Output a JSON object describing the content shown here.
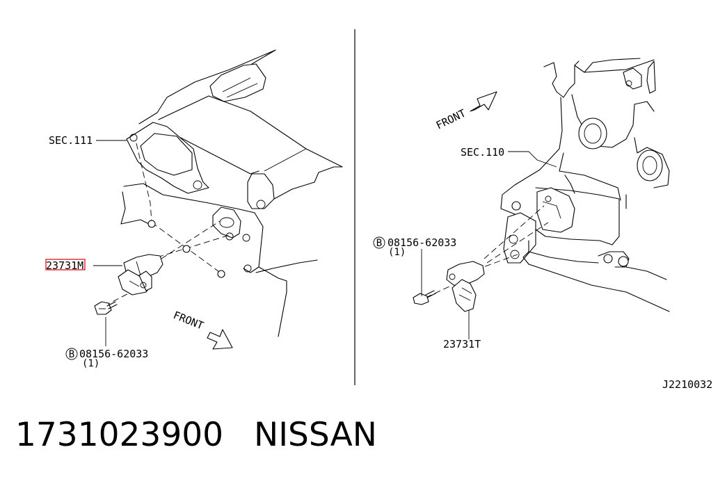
{
  "left_panel": {
    "section_label": "SEC.111",
    "sensor_part_label": "23731M",
    "bolt_part_label": "08156-62033",
    "bolt_circle_letter": "B",
    "bolt_qty": "(1)",
    "front_label": "FRONT"
  },
  "right_panel": {
    "section_label": "SEC.110",
    "sensor_part_label": "23731T",
    "bolt_part_label": "08156-62033",
    "bolt_circle_letter": "B",
    "bolt_qty": "(1)",
    "front_label": "FRONT"
  },
  "drawing_id": "J2210032",
  "highlight_color": "#e8303a",
  "footer": {
    "part_number": "1731023900",
    "brand": "NISSAN"
  }
}
